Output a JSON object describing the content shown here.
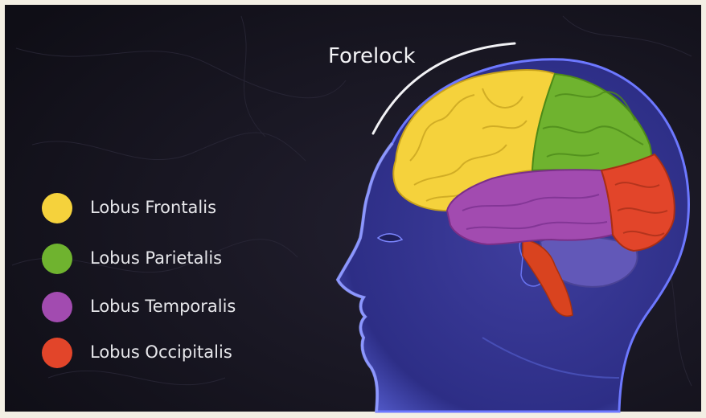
{
  "annotation": {
    "label": "Forelock"
  },
  "legend": {
    "items": [
      {
        "label": "Lobus Frontalis",
        "color": "#f5d23c"
      },
      {
        "label": "Lobus Parietalis",
        "color": "#6fb32f"
      },
      {
        "label": "Lobus Temporalis",
        "color": "#a24bb0"
      },
      {
        "label": "Lobus Occipitalis",
        "color": "#e2452a"
      }
    ]
  },
  "colors": {
    "background": "#15131c",
    "head": "#3b3fa8",
    "frame": "#f3efe4"
  }
}
